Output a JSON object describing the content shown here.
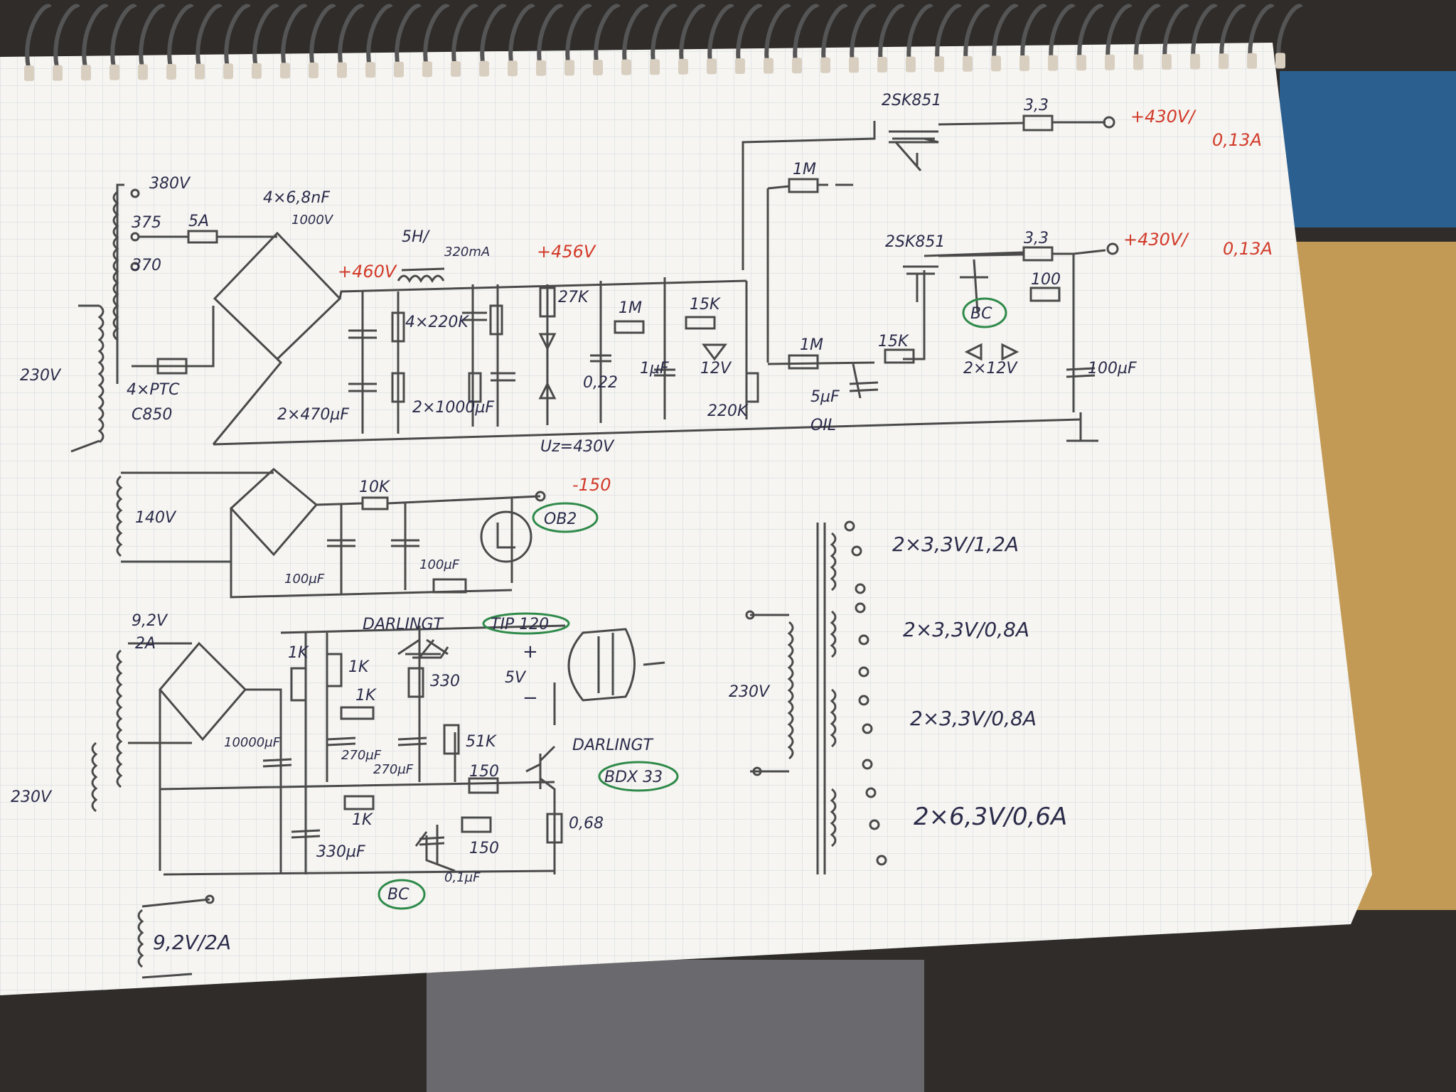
{
  "colors": {
    "ink": "#2b2b4a",
    "pencil": "#4a4a4a",
    "red_ink": "#d23a2a",
    "paper": "#f6f5f1",
    "grid": "#cfd6de",
    "highlight": "#2f8a4a"
  },
  "hv_supply": {
    "tap_380": "380V",
    "tap_375": "375",
    "tap_370": "370",
    "fuse": "5A",
    "primary": "230V",
    "bridge_caps": "4×6,8nF",
    "bridge_caps_voltage": "1000V",
    "ptc": "4×PTC",
    "ptc_type": "C850",
    "filter_caps": "2×470µF",
    "bleeders": "4×220K",
    "choke_value": "5H/",
    "choke_current": "320mA",
    "v_in": "+460V",
    "v_mid": "+456V",
    "filter_caps_2": "2×1000µF",
    "r_27k": "27K",
    "zener_label": "Uz=430V",
    "c_022": "0,22",
    "r_1m_a": "1M",
    "c_1uf": "1µF",
    "r_15k_a": "15K",
    "zener_12v": "12V",
    "r_220k": "220K",
    "r_1m_b": "1M",
    "c_5uf": "5µF",
    "c_5uf_type": "OIL",
    "r_15k_b": "15K",
    "zeners": "2×12V",
    "c_100uf": "100µF",
    "mosfet_1": "2SK851",
    "mosfet_2": "2SK851",
    "r_33_a": "3,3",
    "r_33_b": "3,3",
    "r_100": "100",
    "out_1": "+430V/",
    "out_1_current": "0,13A",
    "out_2": "+430V/",
    "out_2_current": "0,13A",
    "bc_label": "BC",
    "r_1m_top": "1M"
  },
  "neg_supply": {
    "winding": "140V",
    "r_10k": "10K",
    "c_100uf_a": "100µF",
    "c_100uf_b": "100µF",
    "out": "-150",
    "tube": "OB2"
  },
  "heater_supply": {
    "winding": "9,2V",
    "winding_current": "2A",
    "primary": "230V",
    "c_main": "10000µF",
    "r_1k_a": "1K",
    "r_1k_b": "1K",
    "r_1k_c": "1K",
    "darlington_top": "DARLINGT",
    "darlington_top_part": "TIP 120",
    "r_330": "330",
    "c_270_a": "270µF",
    "c_270_b": "270µF",
    "r_51k": "51K",
    "r_150_a": "150",
    "r_1k_d": "1K",
    "c_330": "330µF",
    "r_150_b": "150",
    "c_01": "0,1µF",
    "bc_label": "BC",
    "r_068": "0,68",
    "darlington_bot": "DARLINGT",
    "darlington_bot_part": "BDX 33",
    "plus": "+",
    "v_5": "5V",
    "minus": "−",
    "aux_winding": "9,2V/2A"
  },
  "heater_transformer": {
    "primary": "230V",
    "windings": [
      "2×3,3V/1,2A",
      "2×3,3V/0,8A",
      "2×3,3V/0,8A",
      "2×6,3V/0,6A"
    ]
  }
}
